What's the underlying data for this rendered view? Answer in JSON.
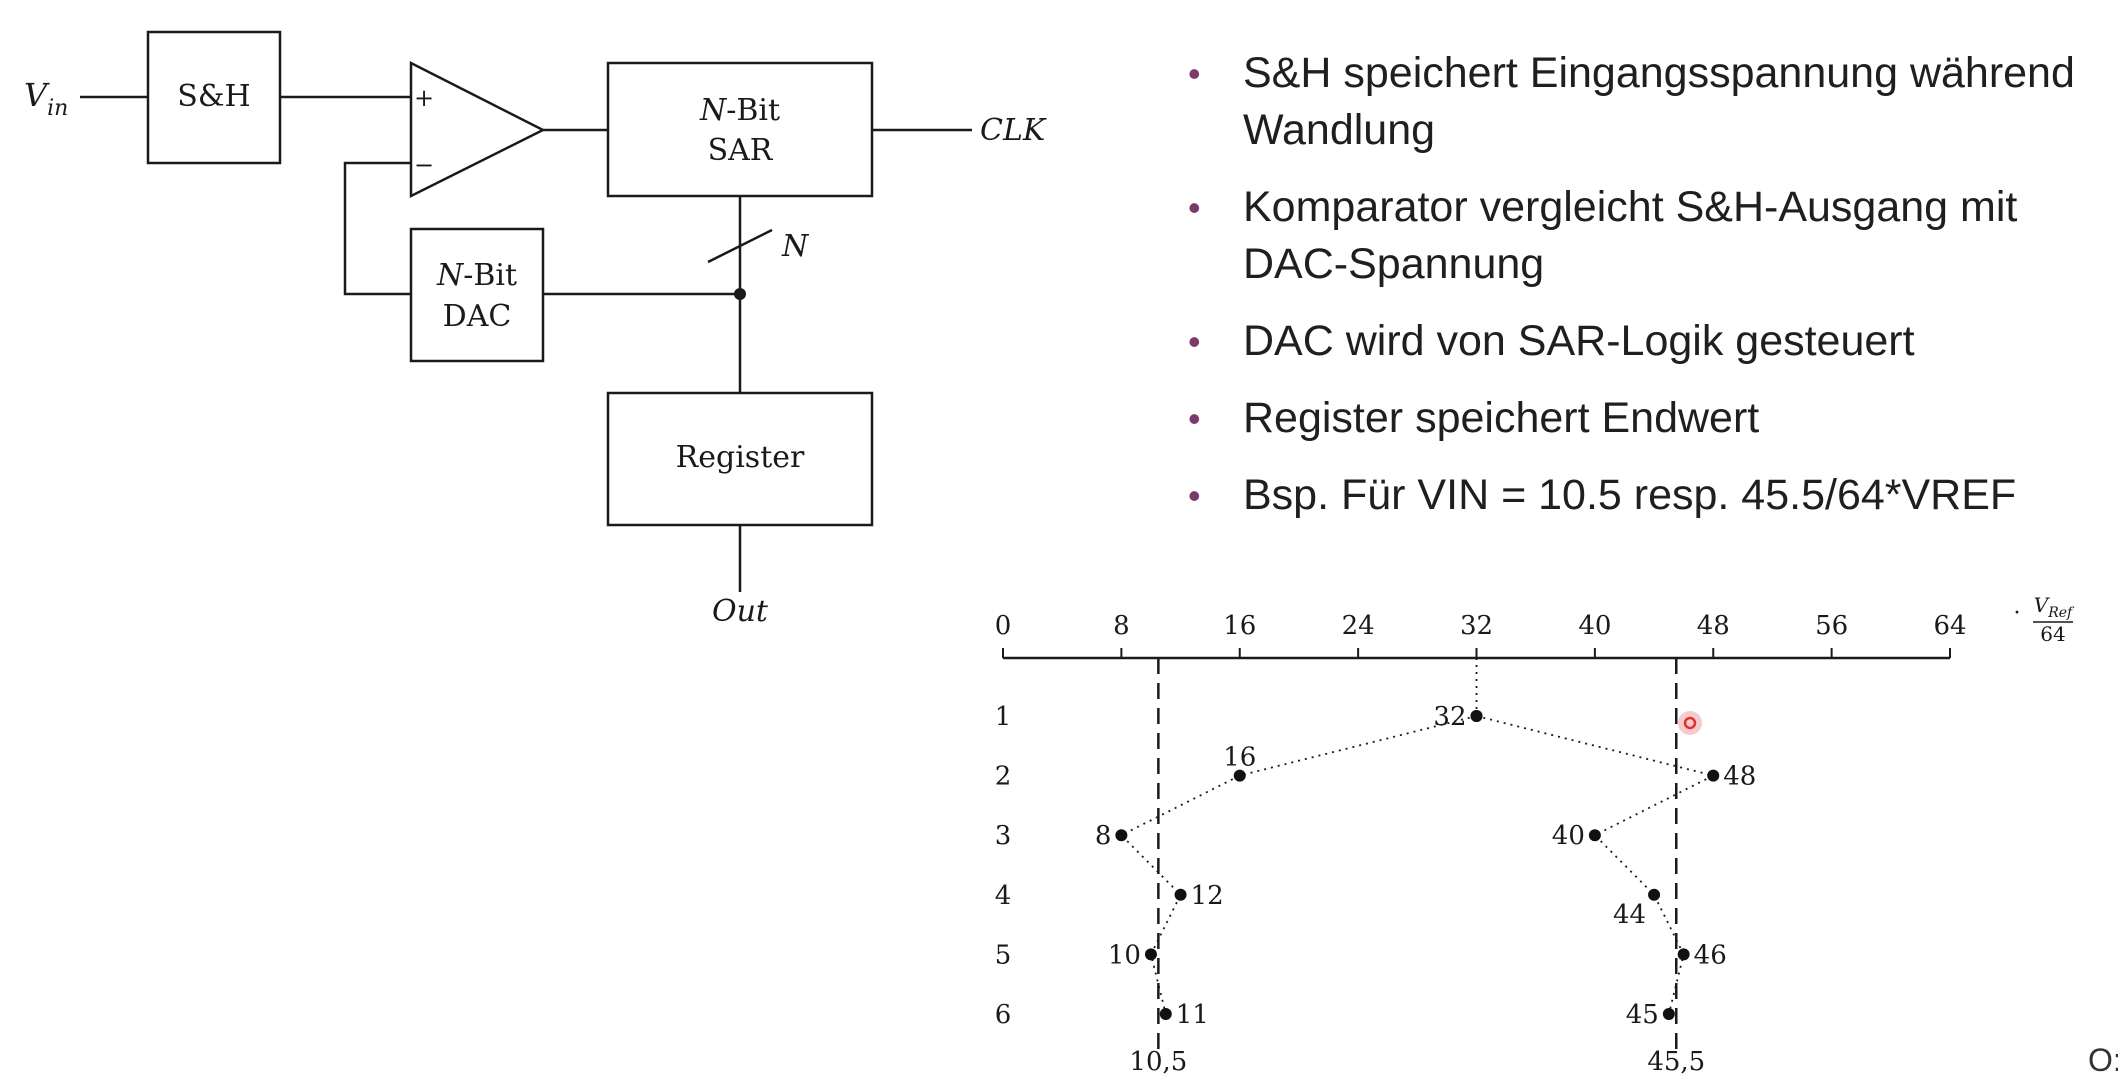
{
  "block_diagram": {
    "input_label_main": "V",
    "input_label_sub": "in",
    "sample_hold": "S&H",
    "comparator_plus": "+",
    "comparator_minus": "−",
    "sar_line1_n": "N",
    "sar_line1_rest": "-Bit",
    "sar_line2": "SAR",
    "clk": "CLK",
    "bus_width": "N",
    "dac_line1_n": "N",
    "dac_line1_rest": "-Bit",
    "dac_line2": "DAC",
    "register": "Register",
    "output": "Out"
  },
  "bullets": [
    "S&H speichert Eingangsspannung während Wandlung",
    "Komparator vergleicht S&H-Ausgang mit DAC-Spannung",
    "DAC wird von SAR-Logik gesteuert",
    "Register speichert Endwert",
    "Bsp. Für VIN = 10.5 resp. 45.5/64*VREF"
  ],
  "sar_chart": {
    "axis_ticks": [
      "0",
      "8",
      "16",
      "24",
      "32",
      "40",
      "48",
      "56",
      "64"
    ],
    "axis_unit_prefix": "·",
    "axis_unit_num_main": "V",
    "axis_unit_num_sub": "Ref",
    "axis_unit_den": "64",
    "axis_max": 64,
    "steps": [
      "1",
      "2",
      "3",
      "4",
      "5",
      "6"
    ],
    "marker_color": "#e03030",
    "series": [
      {
        "target": 10.5,
        "target_label": "10,5",
        "values": [
          32,
          16,
          8,
          12,
          10,
          11
        ],
        "labels": [
          "32",
          "16",
          "8",
          "12",
          "10",
          "11"
        ],
        "label_sides": [
          "left",
          "up",
          "left",
          "right",
          "left",
          "right"
        ]
      },
      {
        "target": 45.5,
        "target_label": "45,5",
        "values": [
          32,
          48,
          40,
          44,
          46,
          45
        ],
        "labels": [
          "",
          "48",
          "40",
          "44",
          "46",
          "45"
        ],
        "label_sides": [
          "left",
          "right",
          "left",
          "below",
          "right",
          "left"
        ]
      }
    ]
  },
  "corner_fragment": "O:"
}
